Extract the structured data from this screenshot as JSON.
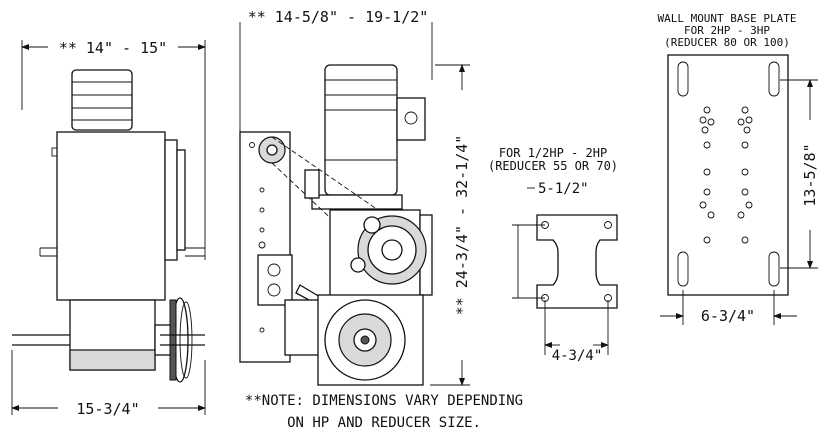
{
  "dimensions": {
    "side_width": "** 14\" - 15\"",
    "side_base": "15-3/4\"",
    "front_width": "** 14-5/8\" - 19-1/2\"",
    "front_height": "** 24-3/4\" - 32-1/4\"",
    "small_plate_width": "5-1/2\"",
    "small_plate_bottom": "4-3/4\"",
    "large_plate_width": "6-3/4\"",
    "large_plate_height": "13-5/8\""
  },
  "labels": {
    "small_plate_line1": "FOR 1/2HP - 2HP",
    "small_plate_line2": "(REDUCER 55 OR 70)",
    "large_plate_line1": "WALL MOUNT BASE PLATE",
    "large_plate_line2": "FOR 2HP - 3HP",
    "large_plate_line3": "(REDUCER 80 OR 100)"
  },
  "note": {
    "line1": "**NOTE: DIMENSIONS VARY DEPENDING",
    "line2": "ON HP AND REDUCER SIZE."
  }
}
